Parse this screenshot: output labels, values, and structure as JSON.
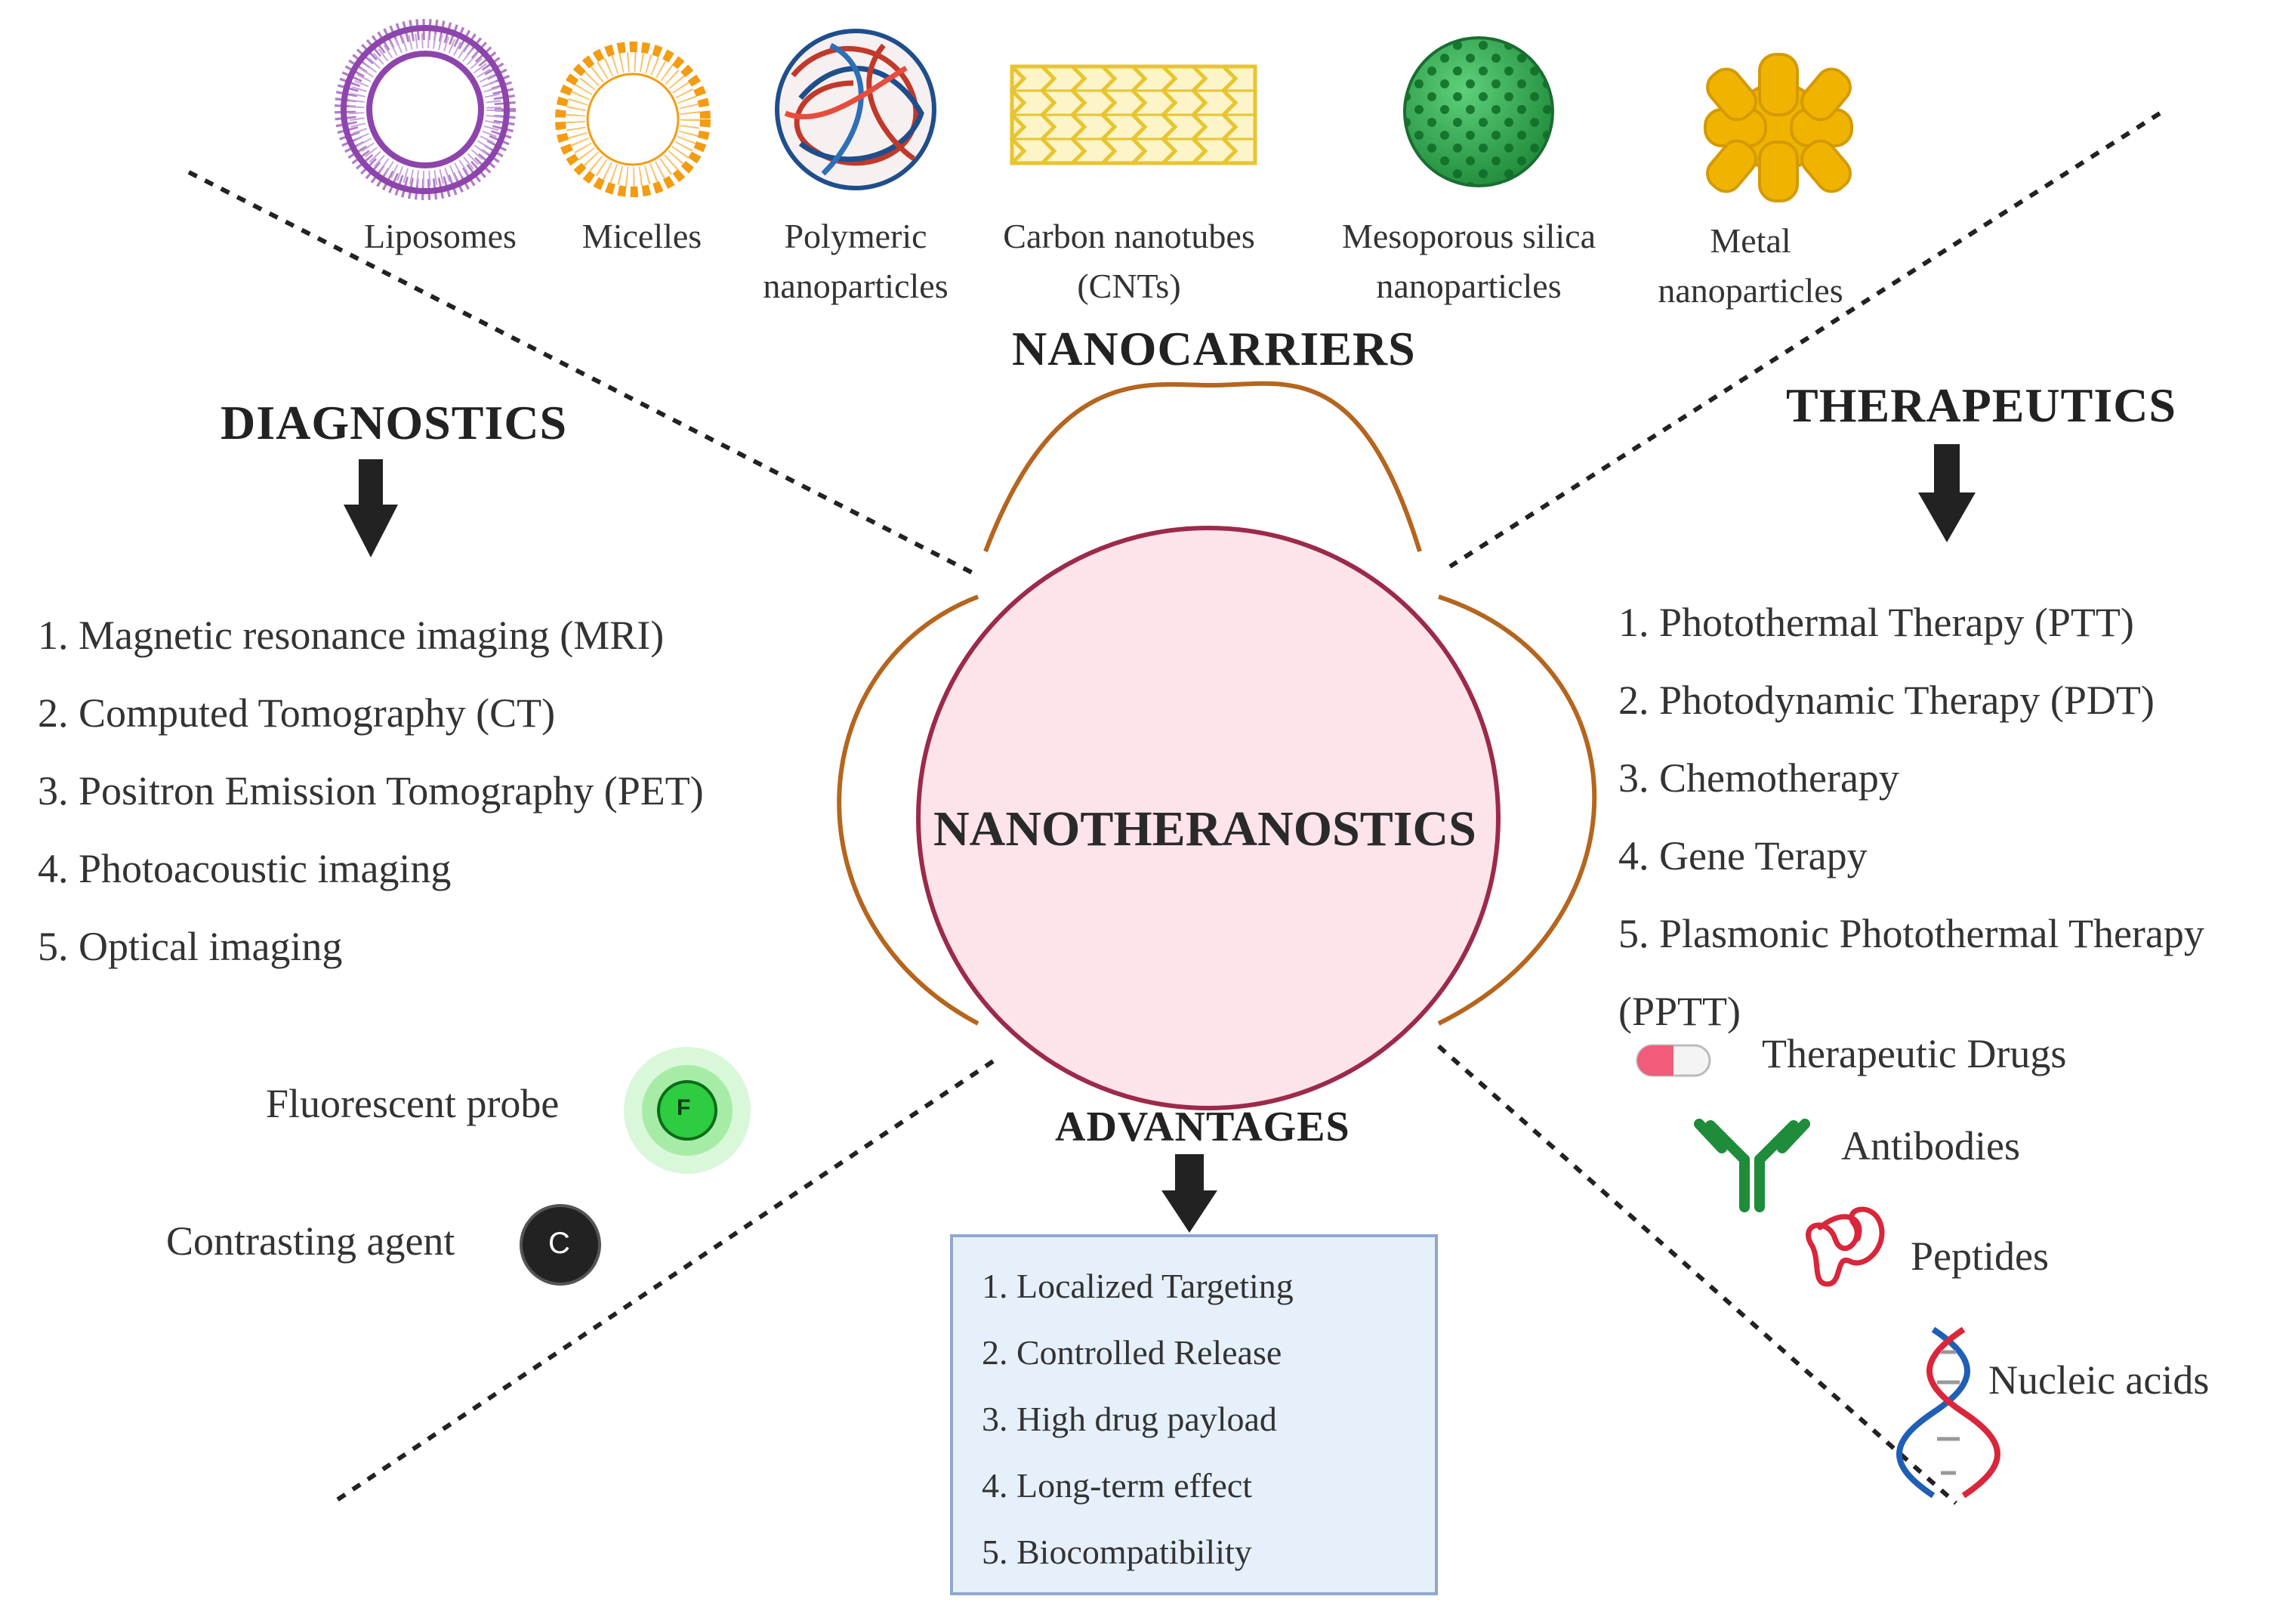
{
  "nanocarriers": {
    "heading": "NANOCARRIERS",
    "items": [
      {
        "line1": "Liposomes",
        "line2": "",
        "icon": "liposome-icon"
      },
      {
        "line1": "Micelles",
        "line2": "",
        "icon": "micelle-icon"
      },
      {
        "line1": "Polymeric",
        "line2": "nanoparticles",
        "icon": "polymeric-nanoparticle-icon"
      },
      {
        "line1": "Carbon nanotubes",
        "line2": "(CNTs)",
        "icon": "carbon-nanotube-icon"
      },
      {
        "line1": "Mesoporous silica",
        "line2": "nanoparticles",
        "icon": "mesoporous-silica-icon"
      },
      {
        "line1": "Metal",
        "line2": "nanoparticles",
        "icon": "metal-nanoparticle-icon"
      }
    ]
  },
  "center": {
    "title": "NANOTHERANOSTICS"
  },
  "diagnostics": {
    "heading": "DIAGNOSTICS",
    "items": [
      "1. Magnetic resonance imaging (MRI)",
      "2. Computed Tomography (CT)",
      "3. Positron Emission Tomography (PET)",
      "4. Photoacoustic imaging",
      "5. Optical imaging"
    ],
    "probes": [
      {
        "label": "Fluorescent probe",
        "badge": "F",
        "icon": "fluorescent-probe-icon"
      },
      {
        "label": "Contrasting agent",
        "badge": "C",
        "icon": "contrasting-agent-icon"
      }
    ]
  },
  "therapeutics": {
    "heading": "THERAPEUTICS",
    "items": [
      "1. Photothermal Therapy (PTT)",
      "2. Photodynamic Therapy (PDT)",
      "3. Chemotherapy",
      "4. Gene Terapy",
      "5. Plasmonic Photothermal Therapy",
      "(PPTT)"
    ],
    "agents": [
      {
        "label": "Therapeutic Drugs",
        "icon": "pill-icon"
      },
      {
        "label": "Antibodies",
        "icon": "antibody-icon"
      },
      {
        "label": "Peptides",
        "icon": "peptide-icon"
      },
      {
        "label": "Nucleic acids",
        "icon": "dna-icon"
      }
    ]
  },
  "advantages": {
    "heading": "ADVANTAGES",
    "items": [
      "1. Localized Targeting",
      "2. Controlled Release",
      "3. High drug payload",
      "4. Long-term effect",
      "5. Biocompatibility"
    ]
  },
  "colors": {
    "center_fill": "#fde4ea",
    "center_stroke": "#9c2a4a",
    "arc": "#b5651d",
    "arrow": "#222222",
    "liposome": "#8e44ad",
    "micelle": "#f39c12",
    "nanotube": "#e8c530",
    "silica": "#2e9e4a",
    "metal": "#f0b400",
    "antibody": "#1e8c3a",
    "peptide": "#d9263a"
  }
}
